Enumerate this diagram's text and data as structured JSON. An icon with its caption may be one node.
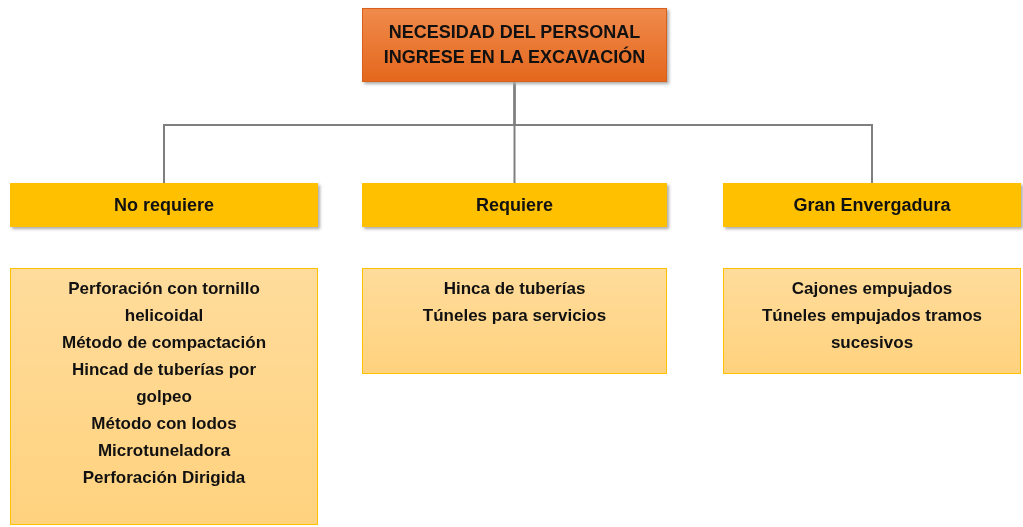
{
  "diagram": {
    "nodes": [
      {
        "text": [
          "NECESIDAD DEL PERSONAL INGRESE EN LA EXCAVACIÓN"
        ]
      },
      {
        "text": [
          "No requiere"
        ]
      },
      {
        "text": [
          "Requiere"
        ]
      },
      {
        "text": [
          "Gran Envergadura"
        ]
      },
      {
        "text": [
          "Perforación con tornillo helicoidal",
          "Método de compactación",
          "Hincad de tuberías por golpeo",
          "Método con lodos",
          "Microtuneladora",
          "Perforación Dirigida"
        ]
      },
      {
        "text": [
          "Hinca de tuberías",
          "Túneles para servicios"
        ]
      },
      {
        "text": [
          "Cajones empujados",
          "Túneles empujados tramos sucesivos"
        ]
      }
    ],
    "edges": [
      {
        "from": 0,
        "to": 1,
        "arrow": "none"
      },
      {
        "from": 0,
        "to": 2,
        "arrow": "none"
      },
      {
        "from": 0,
        "to": 3,
        "arrow": "none"
      }
    ]
  }
}
